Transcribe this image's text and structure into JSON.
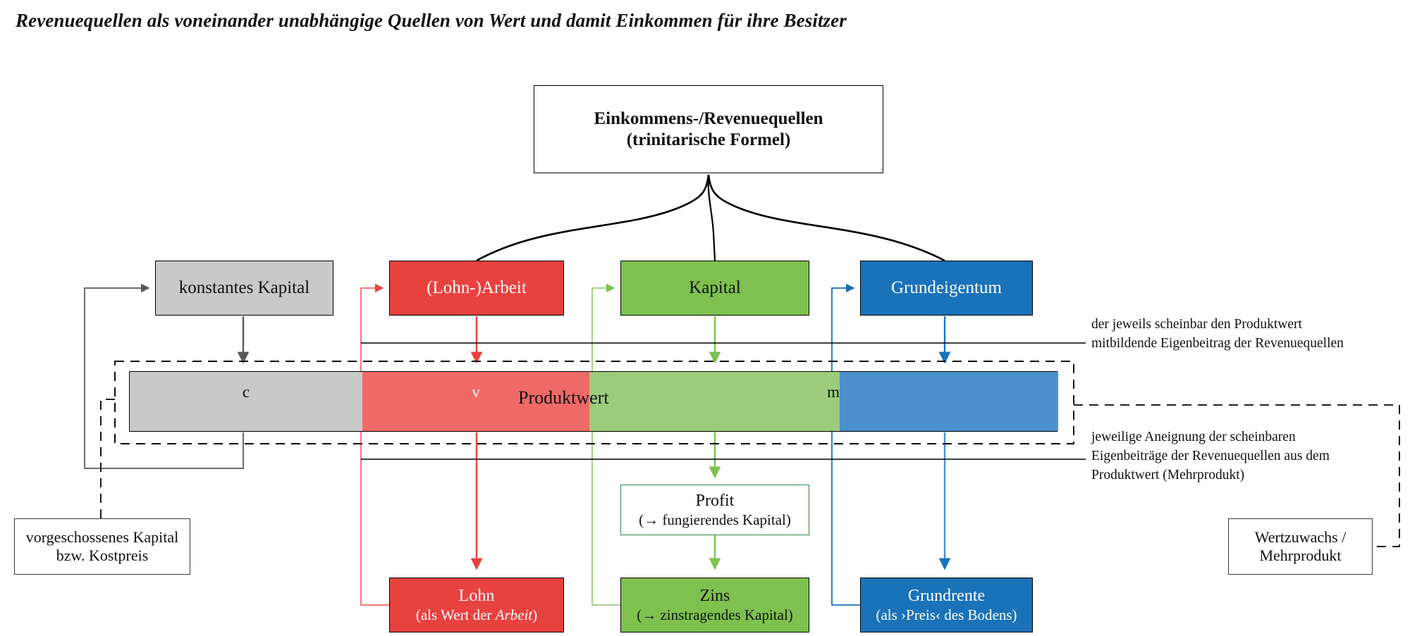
{
  "title": "Revenuequellen als voneinander unabhängige Quellen von Wert und damit Einkommen für ihre Besitzer",
  "top_box": {
    "line1": "Einkommens-/Revenuequellen",
    "line2": "(trinitarische Formel)"
  },
  "sources": [
    {
      "id": "konstantes-kapital",
      "label": "konstantes Kapital",
      "color": "#c9c9c9",
      "text_color": "#111111"
    },
    {
      "id": "lohnarbeit",
      "label": "(Lohn-)Arbeit",
      "color": "#e8423f",
      "text_color": "#ffffff"
    },
    {
      "id": "kapital",
      "label": "Kapital",
      "color": "#7ec14f",
      "text_color": "#111111"
    },
    {
      "id": "grundeigentum",
      "label": "Grundeigentum",
      "color": "#1a72b8",
      "text_color": "#ffffff"
    }
  ],
  "product_value_bar": {
    "center_label": "Produktwert",
    "segments": [
      {
        "id": "c",
        "label": "c",
        "color": "#c9c9c9",
        "width_pct": 25.1
      },
      {
        "id": "v",
        "label": "v",
        "color": "#ef6a66",
        "width_pct": 24.4
      },
      {
        "id": "m",
        "label": "m",
        "color": "#9ccc7c",
        "width_pct": 27.0
      },
      {
        "id": "m-rent",
        "label": "",
        "color": "#4b90cd",
        "width_pct": 23.5
      }
    ]
  },
  "profit_box": {
    "line1": "Profit",
    "line2": "(→ fungierendes Kapital)"
  },
  "revenues": [
    {
      "id": "lohn",
      "line1": "Lohn",
      "line2_pre": "(als Wert der ",
      "line2_italic": "Arbeit",
      "line2_post": ")",
      "color": "#e8423f",
      "text_color": "#ffffff"
    },
    {
      "id": "zins",
      "line1": "Zins",
      "line2": "(→ zinstragendes Kapital)",
      "color": "#7ec14f",
      "text_color": "#111111"
    },
    {
      "id": "grundrente",
      "line1": "Grundrente",
      "line2": "(als ›Preis‹ des Bodens)",
      "color": "#1a72b8",
      "text_color": "#ffffff"
    }
  ],
  "side_boxes": {
    "left": {
      "line1": "vorgeschossenes Kapital",
      "line2": "bzw. Kostpreis"
    },
    "right": {
      "line1": "Wertzuwachs /",
      "line2": "Mehrprodukt"
    }
  },
  "notes": {
    "upper": "der jeweils scheinbar den Produktwert mitbildende Eigenbeitrag der Revenuequellen",
    "lower": "jeweilige Aneignung der scheinbaren Eigenbeiträge der Revenuequellen aus dem Produktwert (Mehrprodukt)"
  },
  "colors": {
    "grey": "#c9c9c9",
    "red": "#e8423f",
    "red_light": "#ef6a66",
    "green": "#7ec14f",
    "green_light": "#9ccc7c",
    "green_border": "#2e8b45",
    "blue": "#1a72b8",
    "blue_light": "#4b90cd",
    "black": "#000000"
  }
}
